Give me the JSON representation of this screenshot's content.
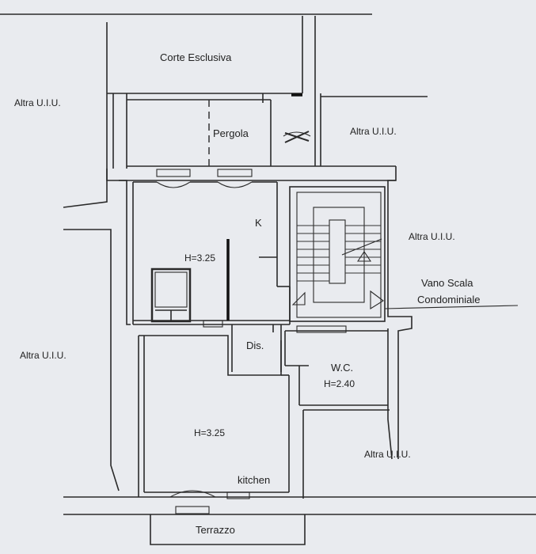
{
  "labels": {
    "corte_esclusiva": "Corte Esclusiva",
    "pergola": "Pergola",
    "altra_uiu_top_left": "Altra U.I.U.",
    "altra_uiu_top_right": "Altra U.I.U.",
    "altra_uiu_mid_right": "Altra U.I.U.",
    "altra_uiu_left": "Altra U.I.U.",
    "altra_uiu_bottom_right": "Altra U.I.U.",
    "k": "K",
    "h_upper": "H=3.25",
    "h_lower": "H=3.25",
    "dis": "Dis.",
    "wc": "W.C.",
    "h_wc": "H=2.40",
    "vano_scala_line1": "Vano Scala",
    "vano_scala_line2": "Condominiale",
    "kitchen": "kitchen",
    "terrazzo": "Terrazzo"
  }
}
